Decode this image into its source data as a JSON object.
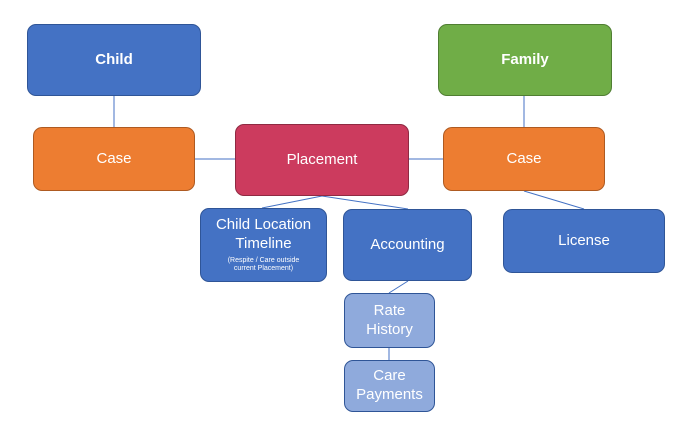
{
  "nodes": {
    "child": {
      "label": "Child"
    },
    "family": {
      "label": "Family"
    },
    "case_left": {
      "label": "Case"
    },
    "placement": {
      "label": "Placement"
    },
    "case_right": {
      "label": "Case"
    },
    "child_location": {
      "label_line1": "Child Location",
      "label_line2": "Timeline",
      "note_line1": "(Respite / Care outside",
      "note_line2": "current Placement)"
    },
    "accounting": {
      "label": "Accounting"
    },
    "license": {
      "label": "License"
    },
    "rate_history": {
      "label_line1": "Rate",
      "label_line2": "History"
    },
    "care_payments": {
      "label_line1": "Care",
      "label_line2": "Payments"
    }
  },
  "colors": {
    "blue": "#4472c4",
    "green": "#70ad47",
    "orange": "#ed7d31",
    "placement": "#cc3b5e",
    "light_blue": "#8faadc",
    "connector": "#4472c4"
  }
}
